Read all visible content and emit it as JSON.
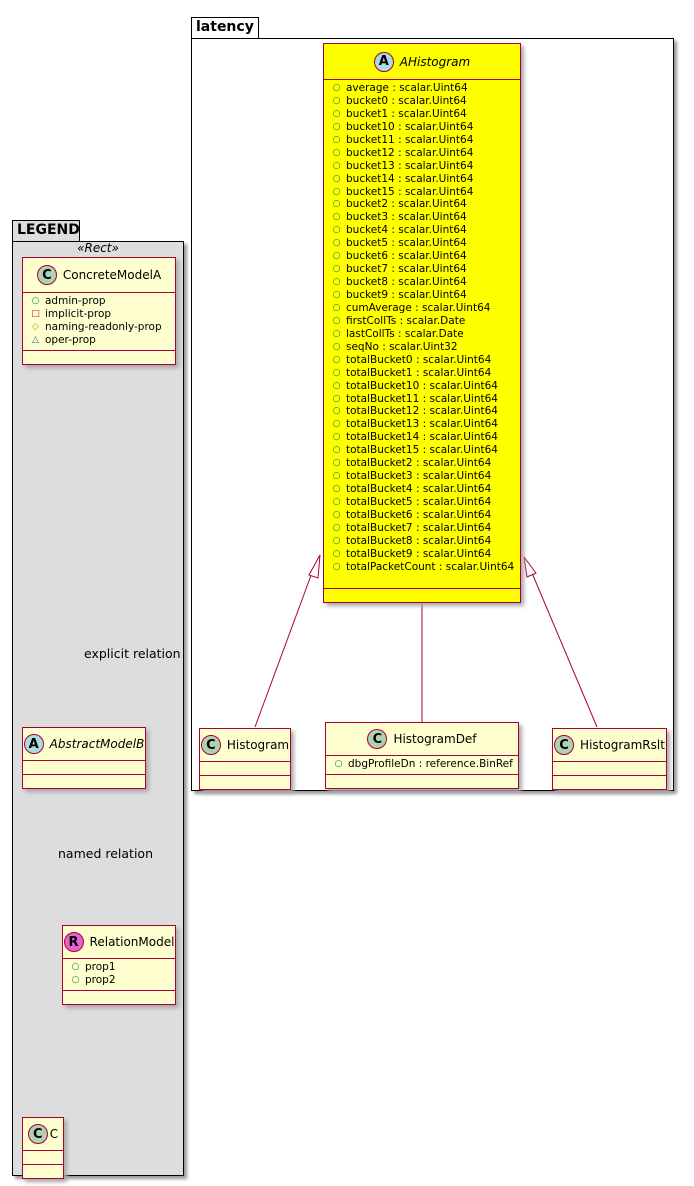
{
  "latency": {
    "name": "latency",
    "ahistogram": {
      "name": "AHistogram",
      "stereo": "A",
      "color": "#ffff00",
      "fields": [
        "average : scalar.Uint64",
        "bucket0 : scalar.Uint64",
        "bucket1 : scalar.Uint64",
        "bucket10 : scalar.Uint64",
        "bucket11 : scalar.Uint64",
        "bucket12 : scalar.Uint64",
        "bucket13 : scalar.Uint64",
        "bucket14 : scalar.Uint64",
        "bucket15 : scalar.Uint64",
        "bucket2 : scalar.Uint64",
        "bucket3 : scalar.Uint64",
        "bucket4 : scalar.Uint64",
        "bucket5 : scalar.Uint64",
        "bucket6 : scalar.Uint64",
        "bucket7 : scalar.Uint64",
        "bucket8 : scalar.Uint64",
        "bucket9 : scalar.Uint64",
        "cumAverage : scalar.Uint64",
        "firstCollTs : scalar.Date",
        "lastCollTs : scalar.Date",
        "seqNo : scalar.Uint32",
        "totalBucket0 : scalar.Uint64",
        "totalBucket1 : scalar.Uint64",
        "totalBucket10 : scalar.Uint64",
        "totalBucket11 : scalar.Uint64",
        "totalBucket12 : scalar.Uint64",
        "totalBucket13 : scalar.Uint64",
        "totalBucket14 : scalar.Uint64",
        "totalBucket15 : scalar.Uint64",
        "totalBucket2 : scalar.Uint64",
        "totalBucket3 : scalar.Uint64",
        "totalBucket4 : scalar.Uint64",
        "totalBucket5 : scalar.Uint64",
        "totalBucket6 : scalar.Uint64",
        "totalBucket7 : scalar.Uint64",
        "totalBucket8 : scalar.Uint64",
        "totalBucket9 : scalar.Uint64",
        "totalPacketCount : scalar.Uint64"
      ]
    },
    "histogram": {
      "name": "Histogram",
      "stereo": "C"
    },
    "histogramdef": {
      "name": "HistogramDef",
      "stereo": "C",
      "fields": [
        "dbgProfileDn : reference.BinRef"
      ]
    },
    "histogramrslt": {
      "name": "HistogramRslt",
      "stereo": "C"
    }
  },
  "legend": {
    "name": "LEGEND",
    "stereotype": "«Rect»",
    "concrete": {
      "name": "ConcreteModelA",
      "stereo": "C",
      "fields": [
        {
          "vis": "○",
          "color": "#038048",
          "name": "admin-prop"
        },
        {
          "vis": "□",
          "color": "#c82930",
          "name": "implicit-prop"
        },
        {
          "vis": "◇",
          "color": "#b38d22",
          "name": "naming-readonly-prop"
        },
        {
          "vis": "△",
          "color": "#1963a0",
          "name": "oper-prop"
        }
      ]
    },
    "abstract": {
      "name": "AbstractModelB",
      "stereo": "A"
    },
    "relation": {
      "name": "RelationModel",
      "stereo": "R",
      "fields": [
        "prop1",
        "prop2"
      ]
    },
    "c": {
      "name": "C",
      "stereo": "C"
    },
    "explicit_label": "explicit relation",
    "named_label": "named relation"
  }
}
